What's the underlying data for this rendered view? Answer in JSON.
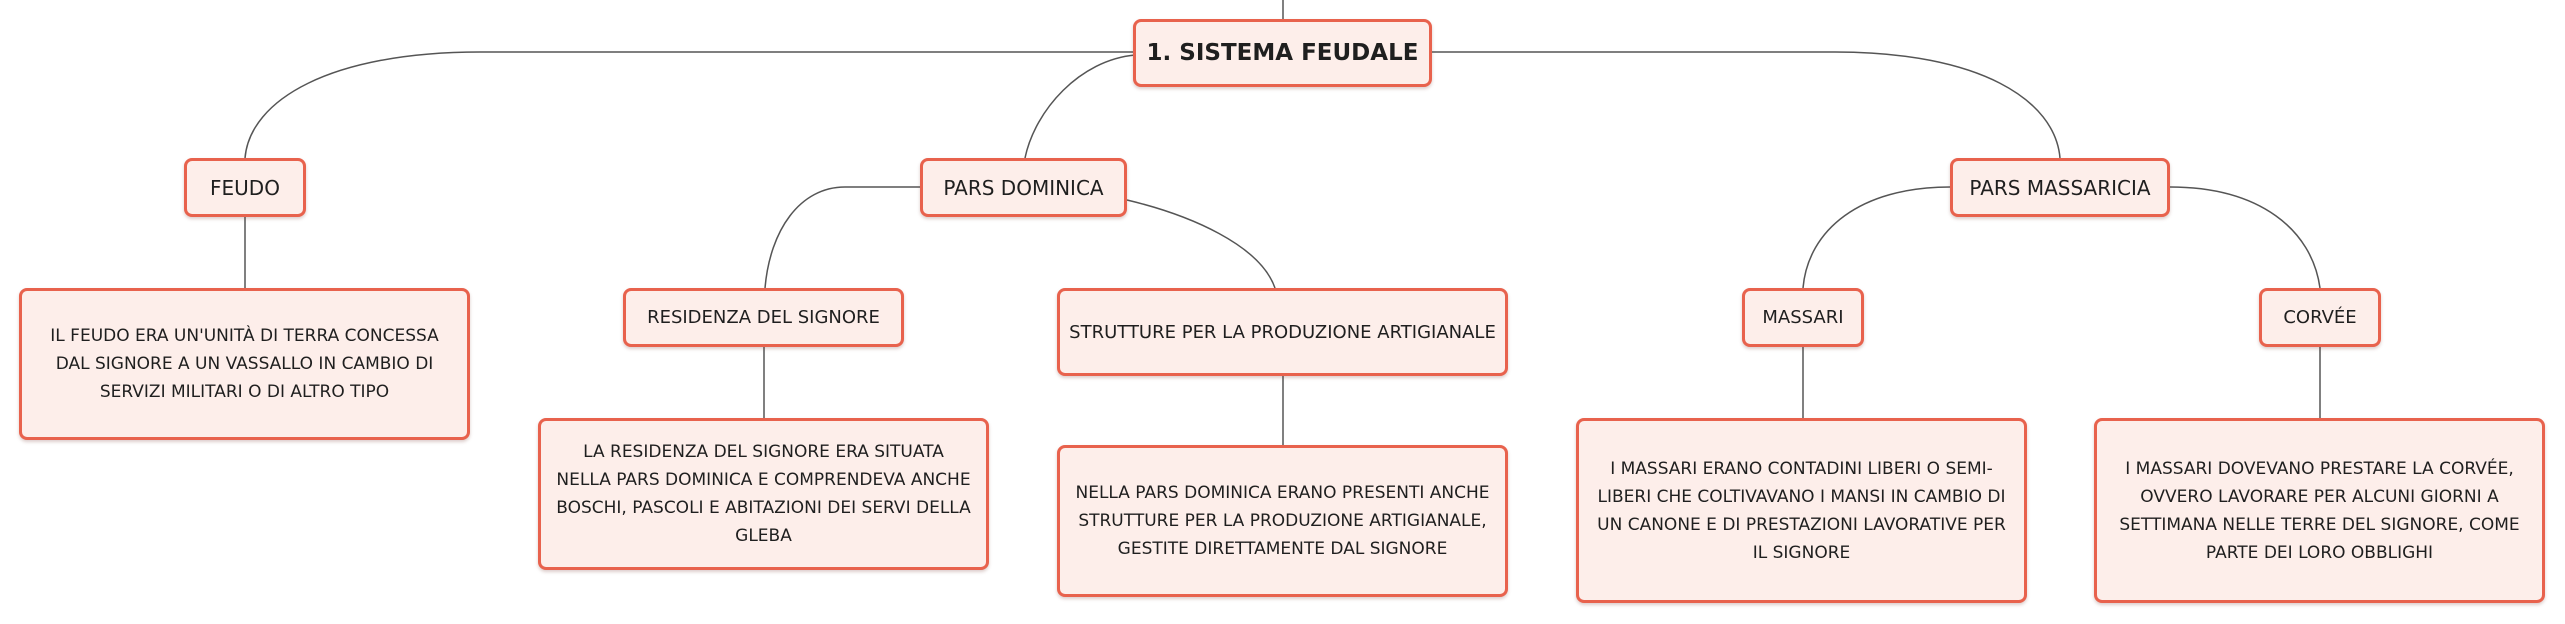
{
  "diagram": {
    "root": {
      "label": "1. SISTEMA FEUDALE"
    },
    "branches": [
      {
        "label": "FEUDO",
        "description": "IL FEUDO ERA UN'UNITÀ DI TERRA CONCESSA DAL SIGNORE A UN VASSALLO IN CAMBIO DI SERVIZI MILITARI O DI ALTRO TIPO"
      },
      {
        "label": "PARS DOMINICA",
        "children": [
          {
            "label": "RESIDENZA DEL SIGNORE",
            "description": "LA RESIDENZA DEL SIGNORE ERA SITUATA NELLA PARS DOMINICA E COMPRENDEVA ANCHE BOSCHI, PASCOLI E ABITAZIONI DEI SERVI DELLA GLEBA"
          },
          {
            "label": "STRUTTURE PER LA PRODUZIONE ARTIGIANALE",
            "description": "NELLA PARS DOMINICA ERANO PRESENTI ANCHE STRUTTURE PER LA PRODUZIONE ARTIGIANALE, GESTITE DIRETTAMENTE DAL SIGNORE"
          }
        ]
      },
      {
        "label": "PARS MASSARICIA",
        "children": [
          {
            "label": "MASSARI",
            "description": "I MASSARI ERANO CONTADINI LIBERI O SEMI-LIBERI CHE COLTIVAVANO I MANSI IN CAMBIO DI UN CANONE E DI PRESTAZIONI LAVORATIVE PER IL SIGNORE"
          },
          {
            "label": "CORVÉE",
            "description": "I MASSARI DOVEVANO PRESTARE LA CORVÉE, OVVERO LAVORARE PER ALCUNI GIORNI A SETTIMANA NELLE TERRE DEL SIGNORE, COME PARTE DEI LORO OBBLIGHI"
          }
        ]
      }
    ]
  }
}
